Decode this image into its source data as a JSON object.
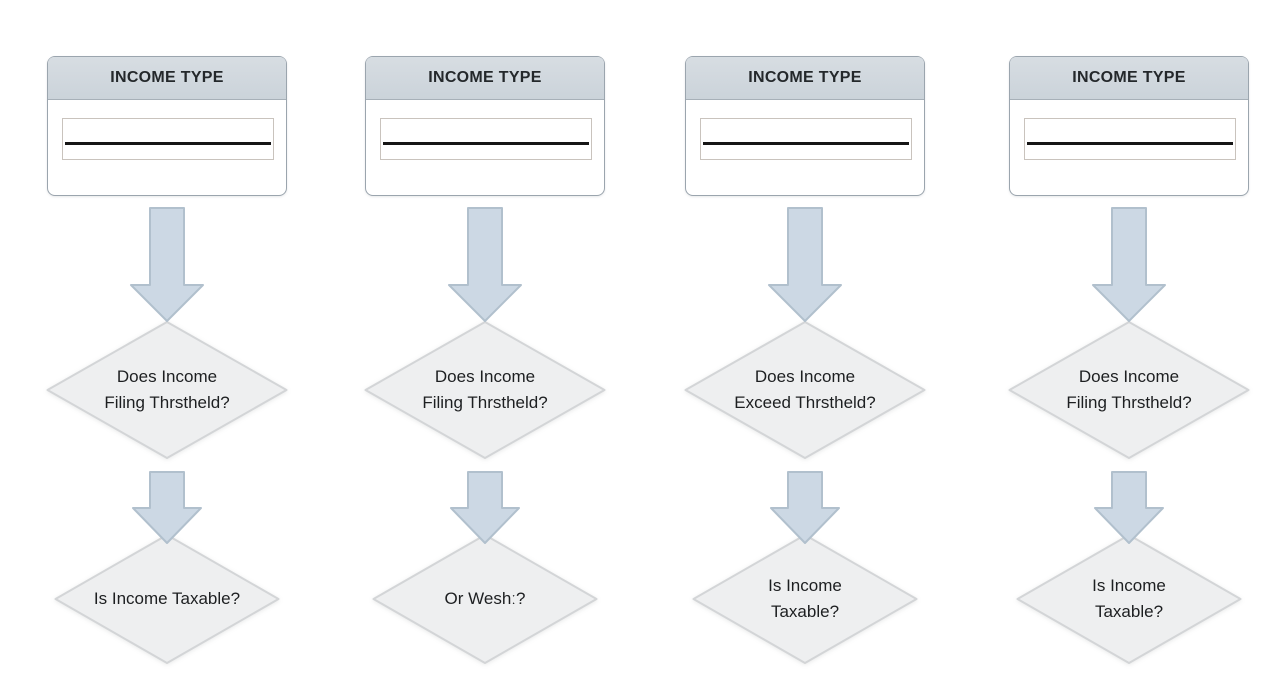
{
  "diagram": {
    "description": "Four-column income type decision flowchart",
    "background": "#ffffff"
  },
  "colors": {
    "card_header_fill": "#d0d7de",
    "card_border": "#9ba5ae",
    "field_border": "#c9c3bd",
    "field_underline": "#161616",
    "arrow_fill": "#ccd8e4",
    "arrow_border": "#b1c0cd",
    "diamond_fill": "#eeeff0",
    "diamond_border": "#d3d5d7",
    "text": "#1d1f21"
  },
  "icons": {
    "arrow": "arrow-down-icon"
  },
  "columns": [
    {
      "card": {
        "title": "INCOME TYPE"
      },
      "decision1": {
        "line1": "Does Income",
        "line2": "Filing Thrstheld?"
      },
      "decision2": {
        "line1": "Is Income Taxable?",
        "line2": ""
      }
    },
    {
      "card": {
        "title": "INCOME TYPE"
      },
      "decision1": {
        "line1": "Does Income",
        "line2": "Filing Thrstheld?"
      },
      "decision2": {
        "line1": "Or Weshː?",
        "line2": ""
      }
    },
    {
      "card": {
        "title": "INCOME TYPE"
      },
      "decision1": {
        "line1": "Does Income",
        "line2": "Exceed Thrstheld?"
      },
      "decision2": {
        "line1": "Is Income",
        "line2": "Taxable?"
      }
    },
    {
      "card": {
        "title": "INCOME TYPE"
      },
      "decision1": {
        "line1": "Does Income",
        "line2": "Filing Thrstheld?"
      },
      "decision2": {
        "line1": "Is Income",
        "line2": "Taxable?"
      }
    }
  ]
}
